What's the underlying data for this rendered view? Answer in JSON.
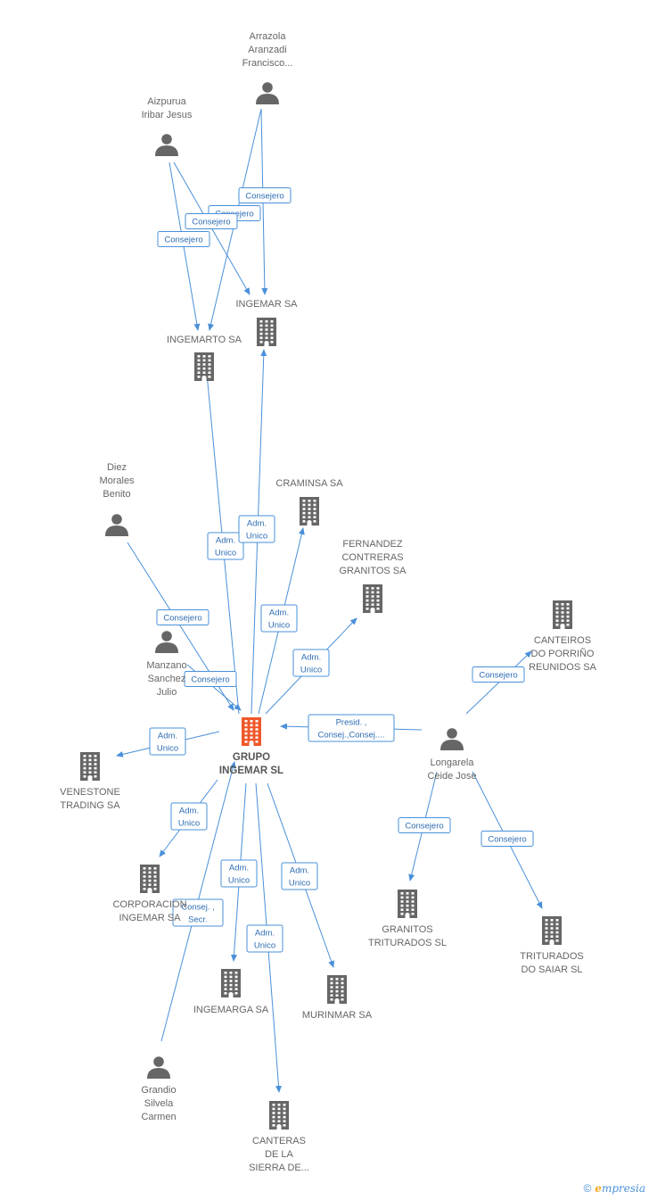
{
  "nodes": [
    {
      "id": "grupo",
      "type": "company",
      "main": true,
      "label": [
        "GRUPO",
        "INGEMAR SL"
      ]
    },
    {
      "id": "arrazola",
      "type": "person",
      "label": [
        "Arrazola",
        "Aranzadi",
        "Francisco..."
      ]
    },
    {
      "id": "aizpurua",
      "type": "person",
      "label": [
        "Aizpurua",
        "Iribar Jesus"
      ]
    },
    {
      "id": "ingemar",
      "type": "company",
      "label": [
        "INGEMAR SA"
      ]
    },
    {
      "id": "ingemarto",
      "type": "company",
      "label": [
        "INGEMARTO SA"
      ]
    },
    {
      "id": "diez",
      "type": "person",
      "label": [
        "Diez",
        "Morales",
        "Benito"
      ]
    },
    {
      "id": "craminsa",
      "type": "company",
      "label": [
        "CRAMINSA SA"
      ]
    },
    {
      "id": "fernandez",
      "type": "company",
      "label": [
        "FERNANDEZ",
        "CONTRERAS",
        "GRANITOS SA"
      ]
    },
    {
      "id": "manzano",
      "type": "person",
      "label": [
        "Manzano",
        "Sanchez",
        "Julio"
      ]
    },
    {
      "id": "canteiros",
      "type": "company",
      "label": [
        "CANTEIROS",
        "DO PORRIÑO",
        "REUNIDOS SA"
      ]
    },
    {
      "id": "longarela",
      "type": "person",
      "label": [
        "Longarela",
        "Ceide Jose"
      ]
    },
    {
      "id": "venestone",
      "type": "company",
      "label": [
        "VENESTONE",
        "TRADING SA"
      ]
    },
    {
      "id": "corporacion",
      "type": "company",
      "label": [
        "CORPORACION",
        "INGEMAR SA"
      ]
    },
    {
      "id": "granitos",
      "type": "company",
      "label": [
        "GRANITOS",
        "TRITURADOS SL"
      ]
    },
    {
      "id": "triturados",
      "type": "company",
      "label": [
        "TRITURADOS",
        "DO SAIAR SL"
      ]
    },
    {
      "id": "ingemarga",
      "type": "company",
      "label": [
        "INGEMARGA SA"
      ]
    },
    {
      "id": "murinmar",
      "type": "company",
      "label": [
        "MURINMAR SA"
      ]
    },
    {
      "id": "grandio",
      "type": "person",
      "label": [
        "Grandio",
        "Silvela",
        "Carmen"
      ]
    },
    {
      "id": "canteras",
      "type": "company",
      "label": [
        "CANTERAS",
        "DE LA",
        "SIERRA DE..."
      ]
    }
  ],
  "edges": [
    {
      "from": "arrazola",
      "to": "ingemar",
      "label": [
        "Consejero"
      ]
    },
    {
      "from": "arrazola",
      "to": "ingemarto",
      "label": [
        "Consejero"
      ]
    },
    {
      "from": "aizpurua",
      "to": "ingemar",
      "label": [
        "Consejero"
      ]
    },
    {
      "from": "aizpurua",
      "to": "ingemarto",
      "label": [
        "Consejero"
      ]
    },
    {
      "from": "grupo",
      "to": "ingemarto",
      "label": [
        "Adm.",
        "Unico"
      ]
    },
    {
      "from": "grupo",
      "to": "ingemar",
      "label": [
        "Adm.",
        "Unico"
      ]
    },
    {
      "from": "grupo",
      "to": "craminsa",
      "label": [
        "Adm.",
        "Unico"
      ]
    },
    {
      "from": "grupo",
      "to": "fernandez",
      "label": [
        "Adm.",
        "Unico"
      ]
    },
    {
      "from": "diez",
      "to": "grupo",
      "label": [
        "Consejero"
      ]
    },
    {
      "from": "manzano",
      "to": "grupo",
      "label": [
        "Consejero"
      ]
    },
    {
      "from": "longarela",
      "to": "grupo",
      "label": [
        "Presid. ,",
        "Consej.,Consej...."
      ]
    },
    {
      "from": "longarela",
      "to": "canteiros",
      "label": [
        "Consejero"
      ]
    },
    {
      "from": "longarela",
      "to": "granitos",
      "label": [
        "Consejero"
      ]
    },
    {
      "from": "longarela",
      "to": "triturados",
      "label": [
        "Consejero"
      ]
    },
    {
      "from": "grupo",
      "to": "venestone",
      "label": [
        "Adm.",
        "Unico"
      ]
    },
    {
      "from": "grupo",
      "to": "corporacion",
      "label": [
        "Adm.",
        "Unico"
      ]
    },
    {
      "from": "grupo",
      "to": "ingemarga",
      "label": [
        "Adm.",
        "Unico"
      ]
    },
    {
      "from": "grupo",
      "to": "murinmar",
      "label": [
        "Adm.",
        "Unico"
      ]
    },
    {
      "from": "grupo",
      "to": "canteras",
      "label": [
        "Adm.",
        "Unico"
      ]
    },
    {
      "from": "grandio",
      "to": "grupo",
      "label": [
        "Consej. ,",
        "Secr."
      ]
    }
  ],
  "footer": {
    "copyright": "©",
    "brand_initial": "e",
    "brand_rest": "mpresia"
  },
  "colors": {
    "edge": "#4a90d9",
    "main_node": "#f0582a",
    "node": "#666666"
  },
  "icons": {
    "person": "person-icon",
    "company": "building-icon"
  }
}
